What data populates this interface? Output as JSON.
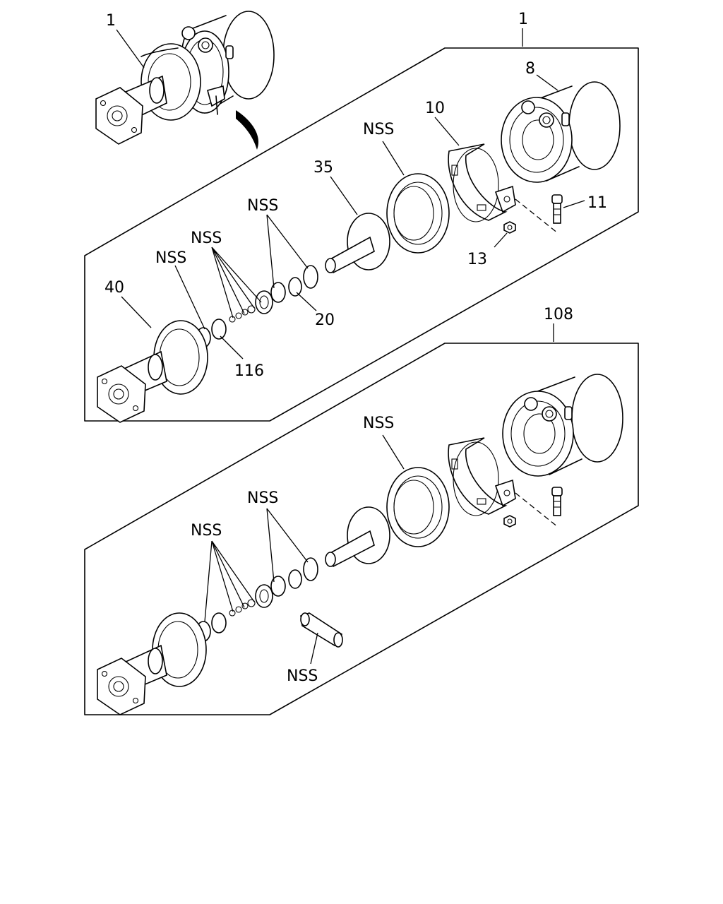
{
  "labels": {
    "assembly_top": "1",
    "assembly_box": "1",
    "housing": "8",
    "clamp": "10",
    "seal_outer": "NSS",
    "piston": "35",
    "bolt": "11",
    "nut": "13",
    "oring_pair": "NSS",
    "oring": "20",
    "spring_set": "NSS",
    "ring_left": "NSS",
    "body": "40",
    "valve": "116",
    "assembly_lower": "108",
    "lower_seal_outer": "NSS",
    "lower_oring_pair": "NSS",
    "lower_spring_set": "NSS",
    "lower_tool": "NSS"
  }
}
